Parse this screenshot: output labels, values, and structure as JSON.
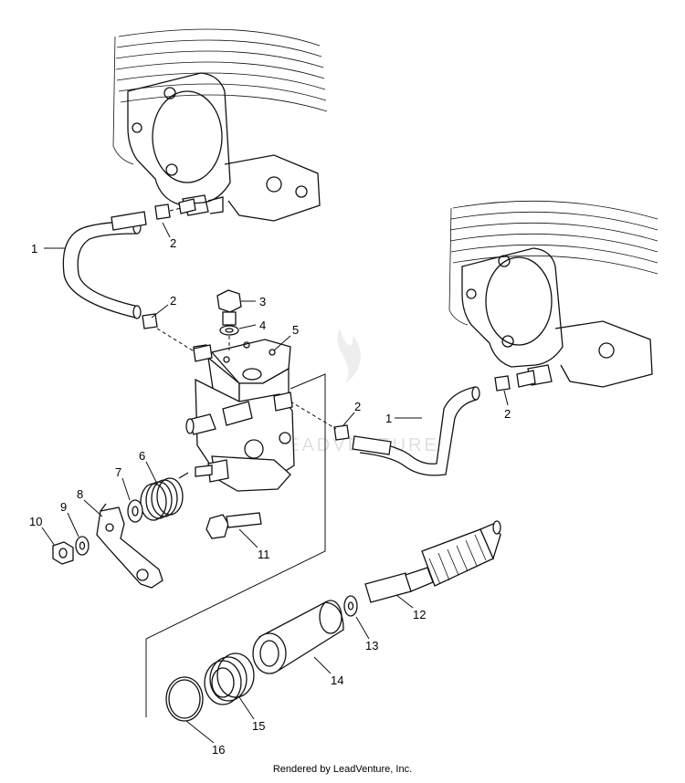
{
  "callouts": {
    "n1": "1",
    "n2": "2",
    "n3": "3",
    "n4": "4",
    "n5": "5",
    "n6": "6",
    "n7": "7",
    "n8": "8",
    "n9": "9",
    "n10": "10",
    "n11": "11",
    "n12": "12",
    "n13": "13",
    "n14": "14",
    "n15": "15",
    "n16": "16"
  },
  "footer": "Rendered by LeadVenture, Inc.",
  "watermark": "LEADVENTURE"
}
